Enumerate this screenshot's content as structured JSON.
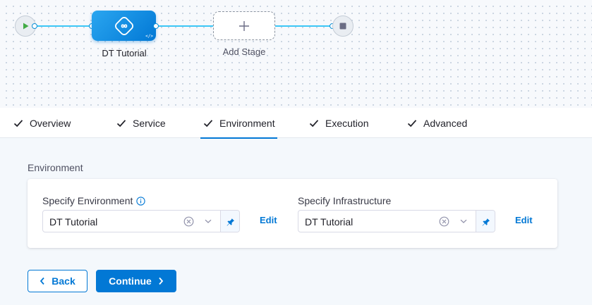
{
  "pipeline": {
    "stage": {
      "label": "DT Tutorial",
      "badge": "</>"
    },
    "add_stage": {
      "label": "Add Stage"
    }
  },
  "tabs": [
    {
      "label": "Overview",
      "completed": true,
      "active": false
    },
    {
      "label": "Service",
      "completed": true,
      "active": false
    },
    {
      "label": "Environment",
      "completed": true,
      "active": true
    },
    {
      "label": "Execution",
      "completed": true,
      "active": false
    },
    {
      "label": "Advanced",
      "completed": true,
      "active": false
    }
  ],
  "environment_section": {
    "title": "Environment",
    "environment": {
      "label": "Specify Environment",
      "value": "DT Tutorial",
      "edit_label": "Edit"
    },
    "infrastructure": {
      "label": "Specify Infrastructure",
      "value": "DT Tutorial",
      "edit_label": "Edit"
    }
  },
  "footer": {
    "back_label": "Back",
    "continue_label": "Continue"
  },
  "colors": {
    "accent": "#0278d5",
    "connector": "#3dc7f6",
    "stage_gradient_start": "#2aa6f0",
    "start_icon": "#42ab45",
    "end_icon": "#6b6d85"
  },
  "icons": {
    "start": "play-icon",
    "stage": "deployment-icon",
    "add": "plus-icon",
    "end": "stop-icon",
    "tab_status": "check-icon",
    "info": "info-icon",
    "clear": "clear-circle-icon",
    "dropdown": "chevron-down-icon",
    "pin": "pin-icon",
    "back": "chevron-left-icon",
    "continue": "chevron-right-icon"
  }
}
